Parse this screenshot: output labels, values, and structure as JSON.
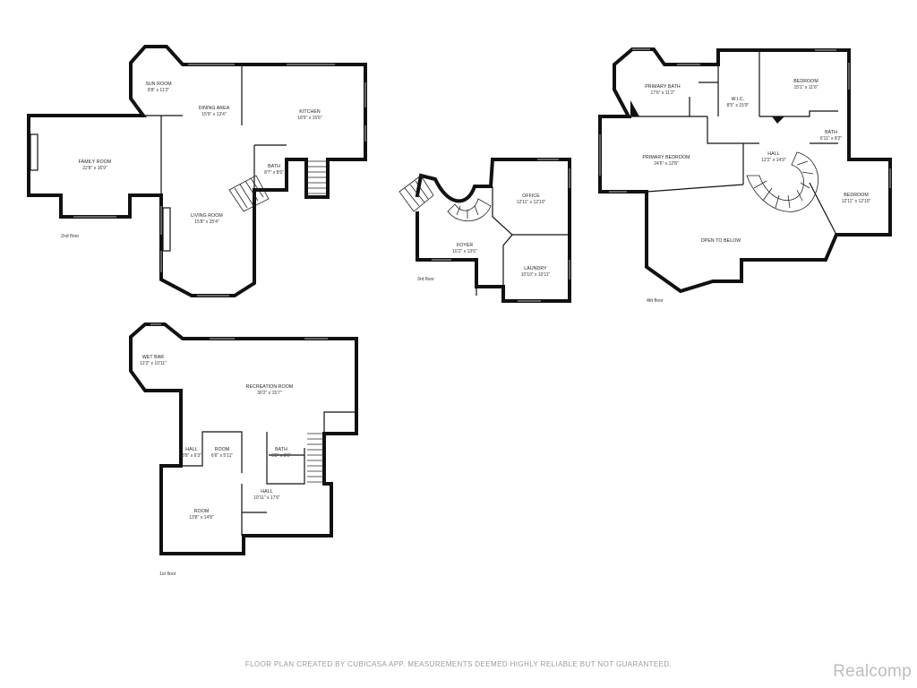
{
  "colors": {
    "wall": "#111111",
    "window": "#9a9a9a",
    "footer": "#9a9a9a",
    "brand": "#bdbdbd"
  },
  "floors": {
    "second": {
      "label": "2nd floor",
      "rooms": {
        "sun_room": {
          "name": "SUN ROOM",
          "dims": "8'8\" x 11'2\""
        },
        "dining_area": {
          "name": "DINING AREA",
          "dims": "15'9\" x 13'4\""
        },
        "kitchen": {
          "name": "KITCHEN",
          "dims": "18'9\" x 15'6\""
        },
        "family_room": {
          "name": "FAMILY ROOM",
          "dims": "22'8\" x 16'9\""
        },
        "bath": {
          "name": "BATH",
          "dims": "8'7\" x 8'6\""
        },
        "living_room": {
          "name": "LIVING ROOM",
          "dims": "15'8\" x 25'4\""
        }
      }
    },
    "third": {
      "label": "3rd floor",
      "rooms": {
        "office": {
          "name": "OFFICE",
          "dims": "12'11\" x 12'10\""
        },
        "foyer": {
          "name": "FOYER",
          "dims": "16'2\" x 13'6\""
        },
        "laundry": {
          "name": "LAUNDRY",
          "dims": "10'10\" x 10'11\""
        }
      }
    },
    "fourth": {
      "label": "4th floor",
      "rooms": {
        "primary_bath": {
          "name": "PRIMARY BATH",
          "dims": "17'6\" x 11'2\""
        },
        "wic": {
          "name": "W.I.C.",
          "dims": "8'5\" x 15'9\""
        },
        "bedroom_a": {
          "name": "BEDROOM",
          "dims": "15'1\" x 11'6\""
        },
        "bath": {
          "name": "BATH",
          "dims": "6'11\" x 8'2\""
        },
        "primary_bedroom": {
          "name": "PRIMARY BEDROOM",
          "dims": "24'6\" x 12'8\""
        },
        "hall": {
          "name": "HALL",
          "dims": "12'2\" x 14'9\""
        },
        "bedroom_b": {
          "name": "BEDROOM",
          "dims": "12'11\" x 12'10\""
        },
        "open_to_below": {
          "name": "OPEN TO BELOW",
          "dims": ""
        }
      }
    },
    "first": {
      "label": "1st floor",
      "rooms": {
        "wet_bar": {
          "name": "WET BAR",
          "dims": "12'2\" x 10'11\""
        },
        "recreation_room": {
          "name": "RECREATION ROOM",
          "dims": "30'2\" x 15'7\""
        },
        "hall_small": {
          "name": "HALL",
          "dims": "3'8\" x 6'3\""
        },
        "room_small": {
          "name": "ROOM",
          "dims": "6'6\" x 5'11\""
        },
        "bath": {
          "name": "BATH",
          "dims": "6'3\" x 8'6\""
        },
        "hall": {
          "name": "HALL",
          "dims": "10'11\" x 17'6\""
        },
        "room": {
          "name": "ROOM",
          "dims": "13'8\" x 14'8\""
        }
      }
    }
  },
  "footer": {
    "note": "FLOOR PLAN CREATED BY CUBICASA APP. MEASUREMENTS DEEMED HIGHLY RELIABLE BUT NOT GUARANTEED.",
    "brand": "Realcomp"
  }
}
